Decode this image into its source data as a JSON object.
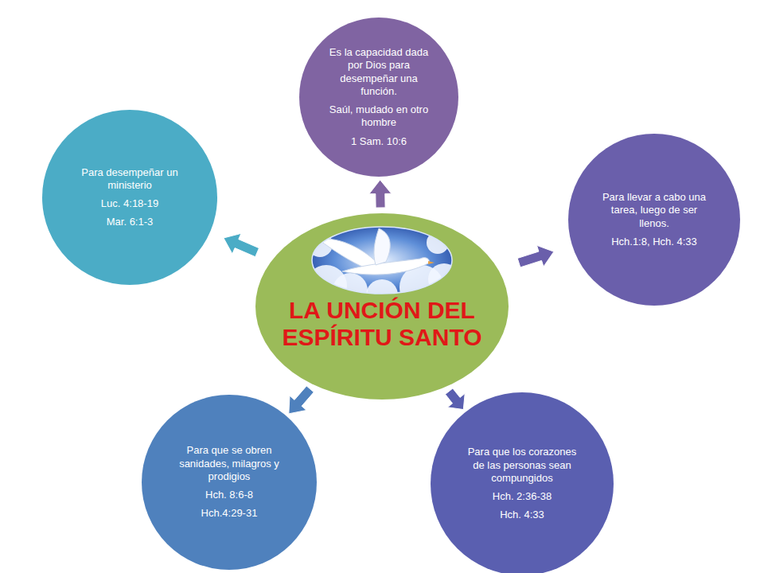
{
  "diagram": {
    "nodes": [
      {
        "text": [
          "LA UNCIÓN DEL ESPÍRITU SANTO"
        ]
      },
      {
        "text": [
          "Es la capacidad dada por Dios para desempeñar una función.",
          "Saúl, mudado en otro hombre",
          "1 Sam. 10:6"
        ]
      },
      {
        "text": [
          "Para desempeñar un ministerio",
          "Luc. 4:18-19",
          "Mar. 6:1-3"
        ]
      },
      {
        "text": [
          "Para llevar a cabo una tarea, luego de ser llenos.",
          "Hch.1:8, Hch. 4:33"
        ]
      },
      {
        "text": [
          "Para que se obren sanidades, milagros y prodigios",
          "Hch. 8:6-8",
          "Hch.4:29-31"
        ]
      },
      {
        "text": [
          "Para que los corazones de las personas sean compungidos",
          "Hch. 2:36-38",
          "Hch. 4:33"
        ]
      }
    ],
    "edges": [
      {
        "from": 0,
        "to": 1,
        "arrow": "to"
      },
      {
        "from": 0,
        "to": 2,
        "arrow": "to"
      },
      {
        "from": 0,
        "to": 3,
        "arrow": "to"
      },
      {
        "from": 0,
        "to": 4,
        "arrow": "to"
      },
      {
        "from": 0,
        "to": 5,
        "arrow": "to"
      }
    ]
  }
}
